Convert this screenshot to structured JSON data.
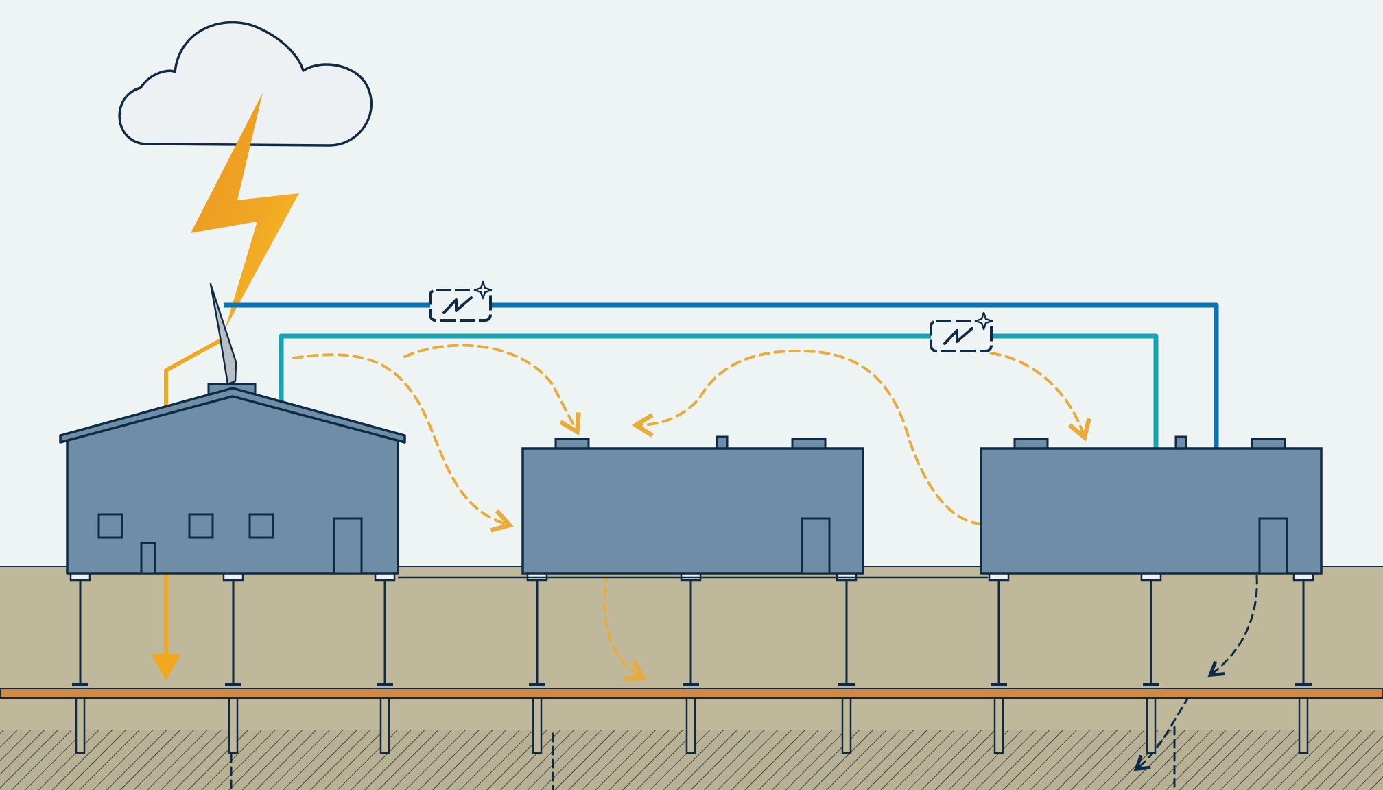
{
  "diagram": {
    "title": "",
    "colors": {
      "sky": "#eef3f4",
      "ground": "#bfb89b",
      "ground_deep": "#b8b194",
      "hatch": "#2f3a45",
      "building_fill": "#6f8da6",
      "outline": "#0f2a45",
      "lightning_top": "#e8951f",
      "lightning_bottom": "#f6c024",
      "surge_path": "#f2a81e",
      "dashed_arrow": "#e9ab3a",
      "blue_conductor": "#0a73b5",
      "teal_conductor": "#14a5b3",
      "ground_electrode": "#d08a44",
      "cloud_fill": "#eef1f3"
    },
    "icons": [
      "cloud-icon",
      "lightning-bolt-icon",
      "air-terminal-icon",
      "surge-protector-icon",
      "surge-protector-icon"
    ],
    "buildings": [
      {
        "name": "main-building",
        "roof": "gabled",
        "windows": 3,
        "doors": 2
      },
      {
        "name": "connected-building-1",
        "roof": "flat",
        "windows": 0,
        "doors": 1
      },
      {
        "name": "connected-building-2",
        "roof": "flat",
        "windows": 0,
        "doors": 1
      }
    ],
    "conductors": [
      {
        "name": "blue-bonding-conductor",
        "from": "air terminal",
        "to": "connected-building-2"
      },
      {
        "name": "teal-bonding-conductor",
        "from": "main-building",
        "to": "connected-building-2"
      }
    ],
    "ground_rods": 9
  }
}
